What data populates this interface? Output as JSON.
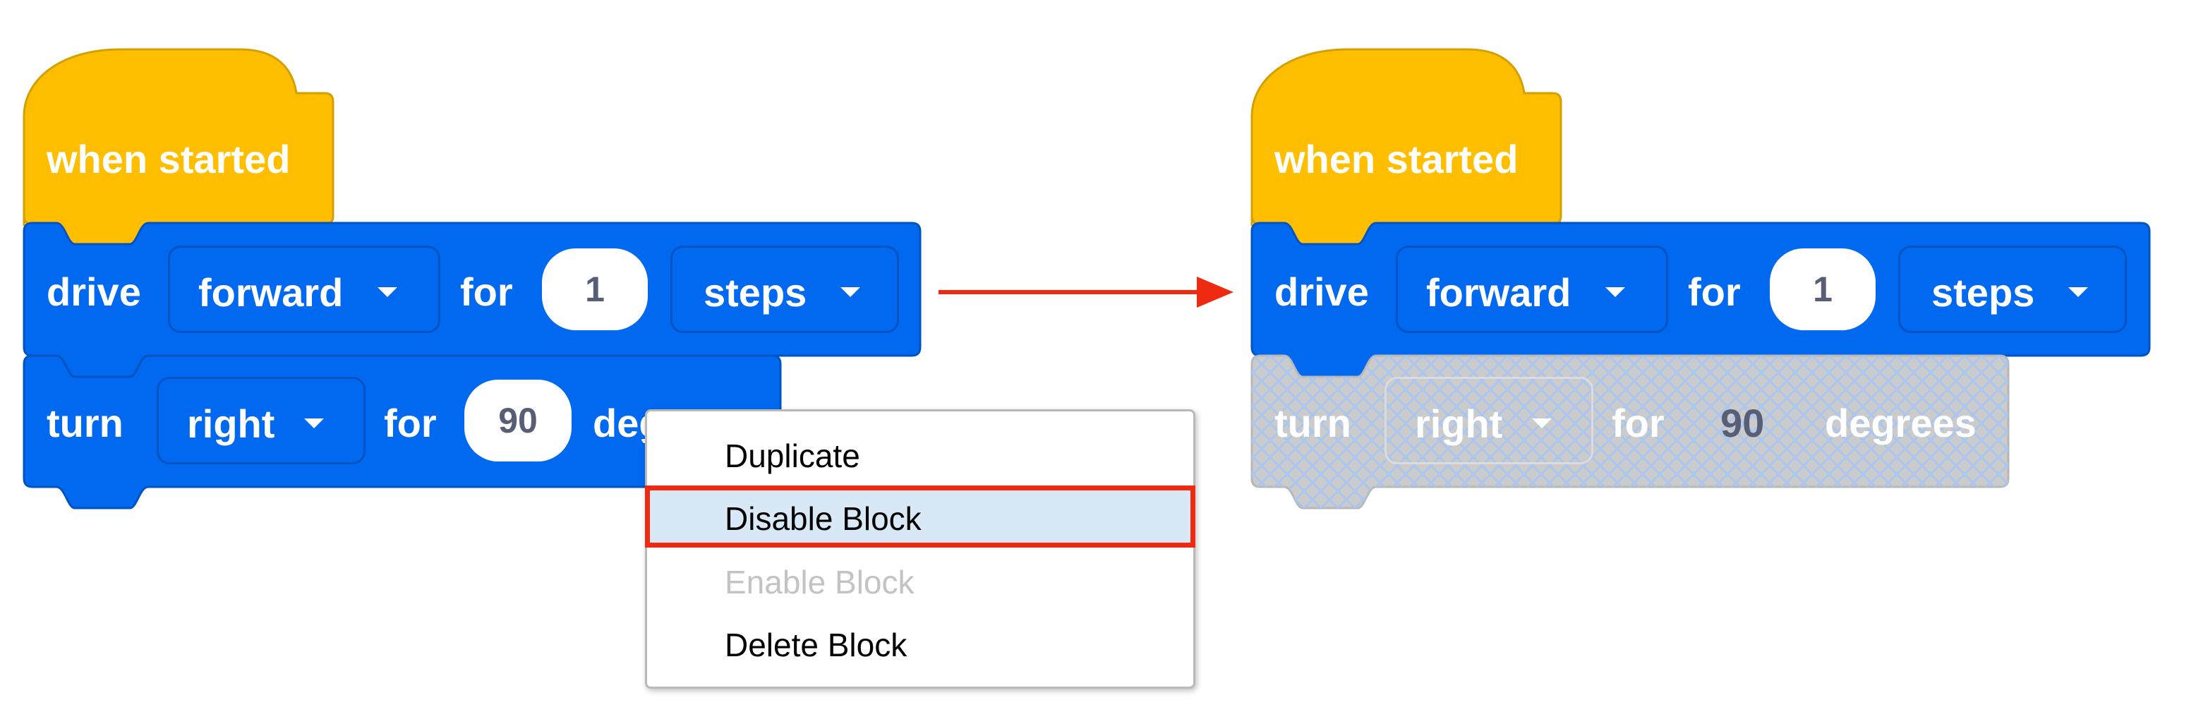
{
  "left_stack": {
    "hat": {
      "label": "when started"
    },
    "drive": {
      "label": "drive",
      "direction": "forward",
      "for_label": "for",
      "amount": "1",
      "unit": "steps"
    },
    "turn": {
      "label": "turn",
      "direction": "right",
      "for_label": "for",
      "amount": "90",
      "unit": "degrees"
    }
  },
  "context_menu": {
    "items": [
      {
        "label": "Duplicate",
        "enabled": true,
        "highlighted": false
      },
      {
        "label": "Disable Block",
        "enabled": true,
        "highlighted": true
      },
      {
        "label": "Enable Block",
        "enabled": false,
        "highlighted": false
      },
      {
        "label": "Delete Block",
        "enabled": true,
        "highlighted": false
      }
    ]
  },
  "right_stack": {
    "hat": {
      "label": "when started"
    },
    "drive": {
      "label": "drive",
      "direction": "forward",
      "for_label": "for",
      "amount": "1",
      "unit": "steps"
    },
    "turn": {
      "label": "turn",
      "direction": "right",
      "for_label": "for",
      "amount": "90",
      "unit": "degrees",
      "state": "disabled"
    }
  },
  "colors": {
    "event_block": "#ffbf00",
    "drivetrain_block": "#0069f0",
    "disabled_block": "#cbcbcb",
    "highlight_outline": "#ee2b10",
    "arrow": "#ee2b10"
  }
}
